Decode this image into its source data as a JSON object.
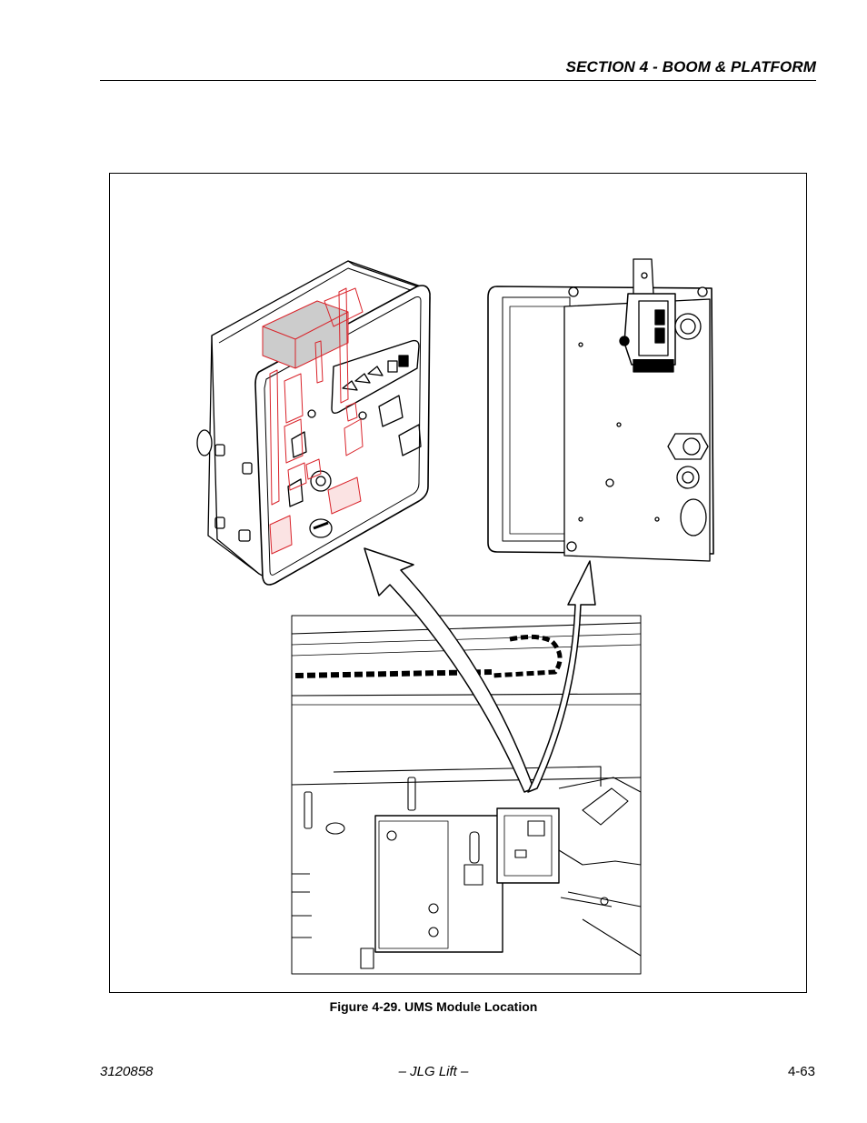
{
  "header": {
    "section_title": "SECTION 4 - BOOM & PLATFORM"
  },
  "figure": {
    "caption": "Figure 4-29.  UMS Module Location"
  },
  "footer": {
    "doc_number": "3120858",
    "publisher": "– JLG Lift –",
    "page_number": "4-63"
  },
  "colors": {
    "highlight": "#d9232a",
    "ink": "#000000",
    "module_fill": "#cccccc"
  }
}
